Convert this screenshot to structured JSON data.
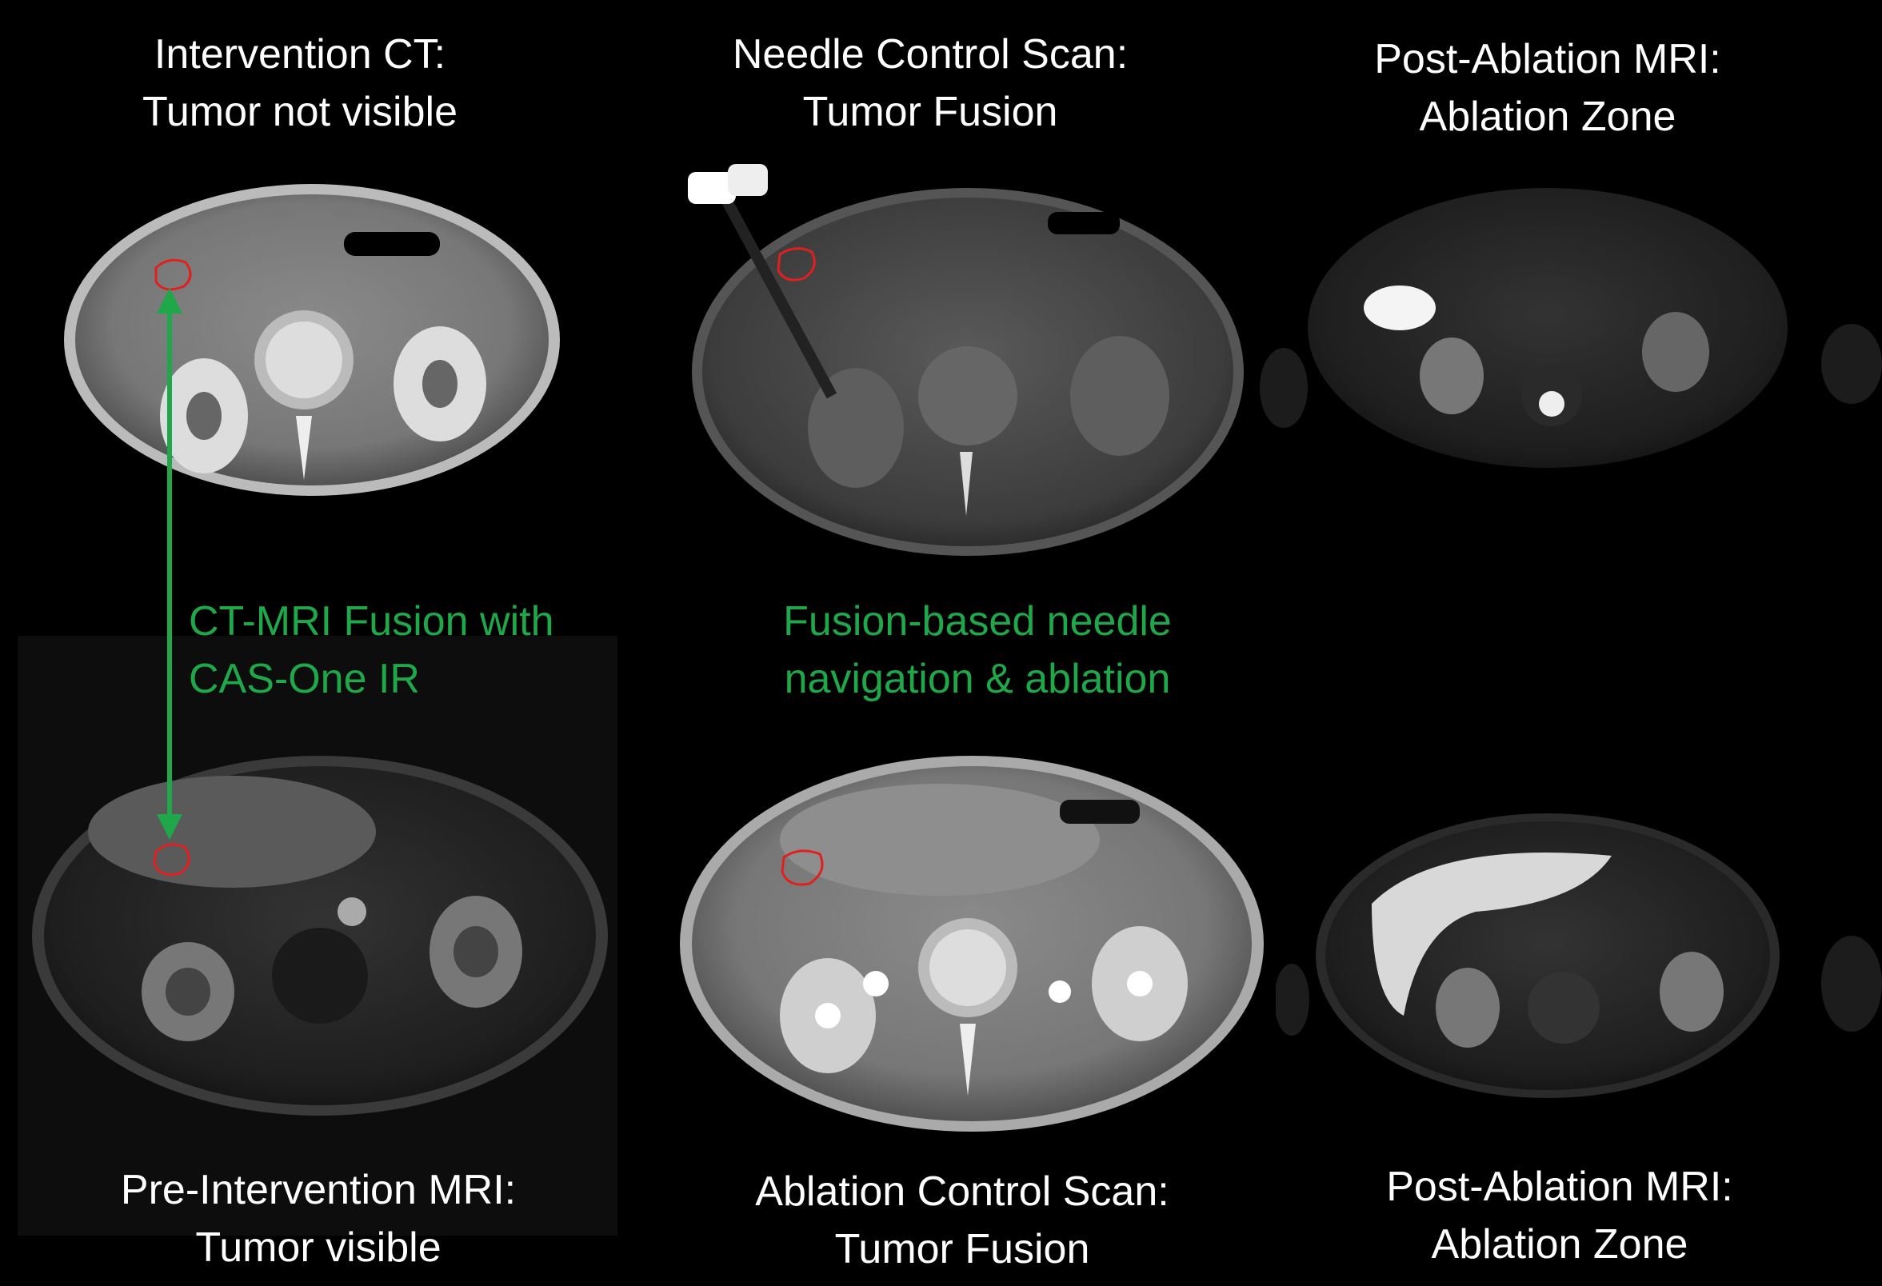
{
  "panels": {
    "top_left": {
      "title_line1": "Intervention CT:",
      "title_line2": "Tumor not visible"
    },
    "top_middle": {
      "title_line1": "Needle Control Scan:",
      "title_line2": "Tumor Fusion"
    },
    "top_right": {
      "title_line1": "Post-Ablation MRI:",
      "title_line2": "Ablation Zone"
    },
    "bottom_left": {
      "title_line1": "Pre-Intervention MRI:",
      "title_line2": "Tumor visible"
    },
    "bottom_middle": {
      "title_line1": "Ablation Control Scan:",
      "title_line2": "Tumor Fusion"
    },
    "bottom_right": {
      "title_line1": "Post-Ablation MRI:",
      "title_line2": "Ablation Zone"
    }
  },
  "annotations": {
    "fusion_line1": "CT-MRI Fusion with",
    "fusion_line2": "CAS-One IR",
    "navigation_line1": "Fusion-based needle",
    "navigation_line2": "navigation & ablation"
  },
  "colors": {
    "annotation_text": "#1fa84a",
    "arrow": "#1fa84a",
    "tumor_contour": "#e02020",
    "background": "#000000"
  }
}
